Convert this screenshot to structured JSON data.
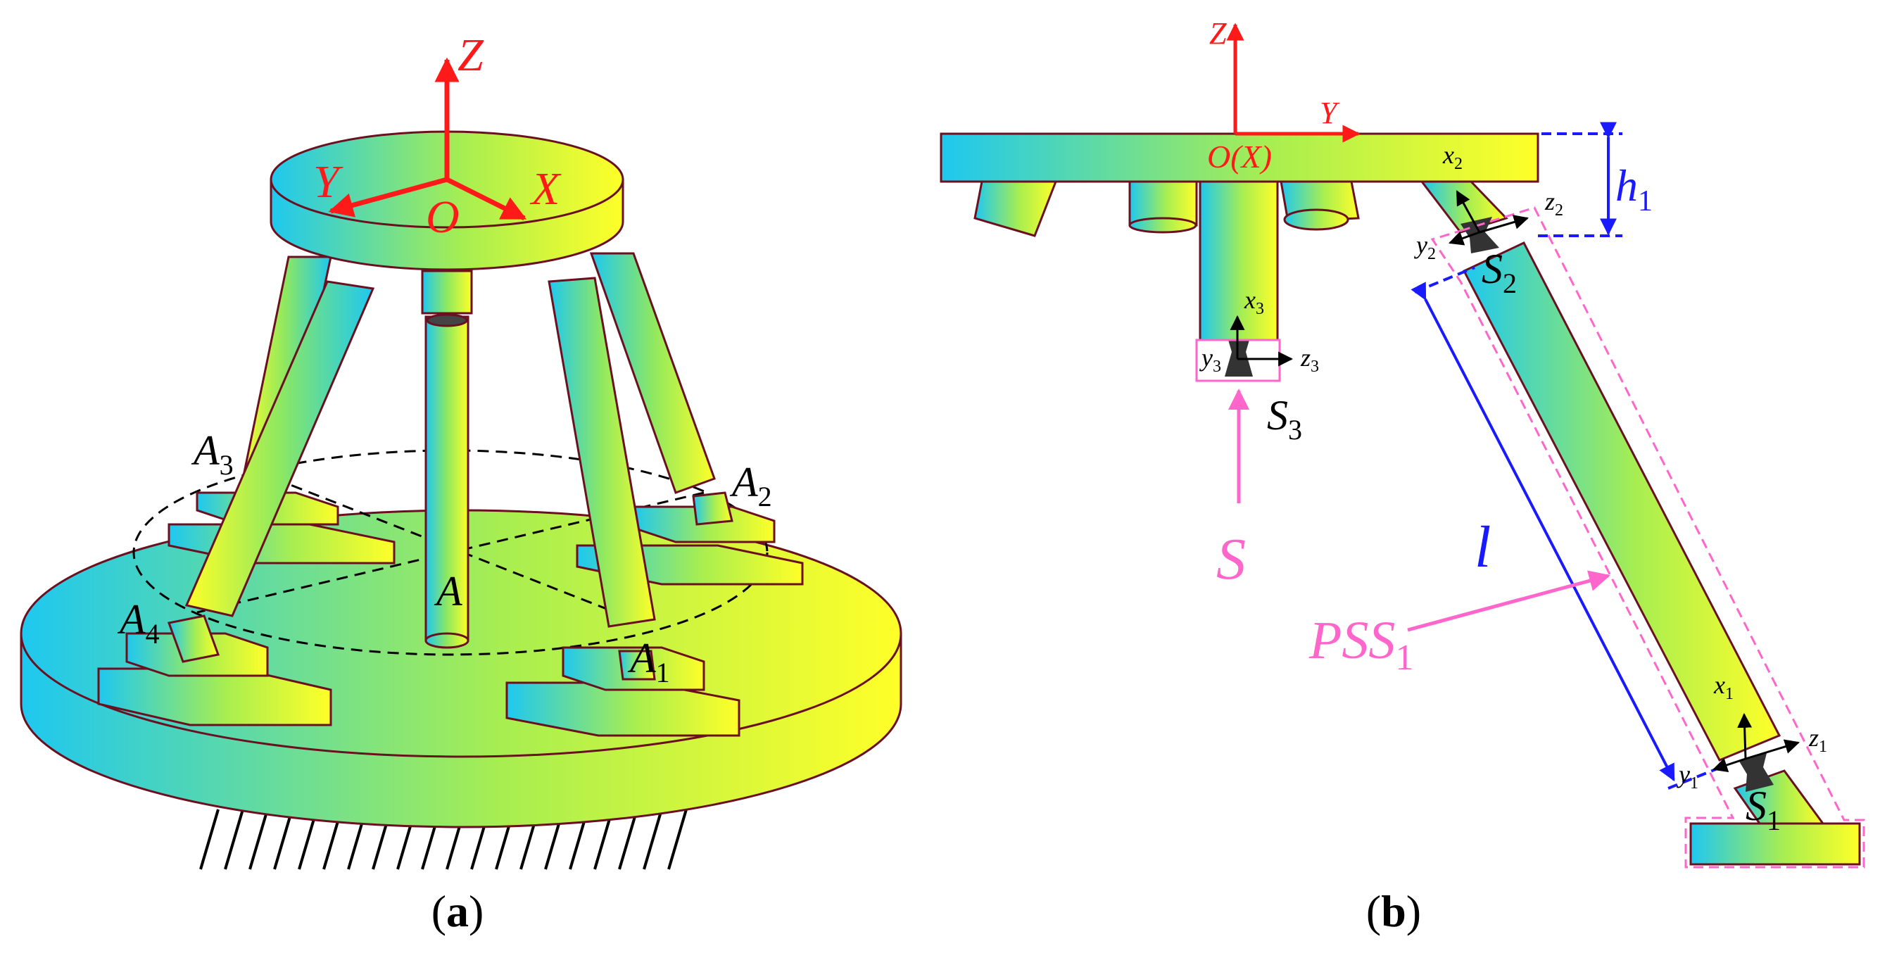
{
  "panels": {
    "a": {
      "caption_open": "(",
      "caption_letter": "a",
      "caption_close": ")",
      "axes": {
        "z": "Z",
        "y": "Y",
        "x": "X",
        "origin": "O"
      },
      "joints": {
        "a1": {
          "main": "A",
          "sub": "1"
        },
        "a2": {
          "main": "A",
          "sub": "2"
        },
        "a3": {
          "main": "A",
          "sub": "3"
        },
        "a4": {
          "main": "A",
          "sub": "4"
        },
        "a": {
          "main": "A"
        }
      }
    },
    "b": {
      "caption_open": "(",
      "caption_letter": "b",
      "caption_close": ")",
      "axes": {
        "z": "Z",
        "y": "Y",
        "origin": "O(X)"
      },
      "height": {
        "main": "h",
        "sub": "1"
      },
      "length": "l",
      "chain": {
        "main": "PSS",
        "sub": "1"
      },
      "input": "S",
      "frames": {
        "s1": {
          "main": "S",
          "sub": "1"
        },
        "s2": {
          "main": "S",
          "sub": "2"
        },
        "s3": {
          "main": "S",
          "sub": "3"
        },
        "x1": {
          "main": "x",
          "sub": "1"
        },
        "y1": {
          "main": "y",
          "sub": "1"
        },
        "z1": {
          "main": "z",
          "sub": "1"
        },
        "x2": {
          "main": "x",
          "sub": "2"
        },
        "y2": {
          "main": "y",
          "sub": "2"
        },
        "z2": {
          "main": "z",
          "sub": "2"
        },
        "x3": {
          "main": "x",
          "sub": "3"
        },
        "y3": {
          "main": "y",
          "sub": "3"
        },
        "z3": {
          "main": "z",
          "sub": "3"
        }
      }
    }
  },
  "colors": {
    "gradient_start": "#1ec8f0",
    "gradient_end": "#ffff28",
    "outline": "#6a1020",
    "axis_red": "#ff1a1a",
    "dim_blue": "#1a1aff",
    "pink": "#ff66cc",
    "joint_dark": "#333333"
  }
}
